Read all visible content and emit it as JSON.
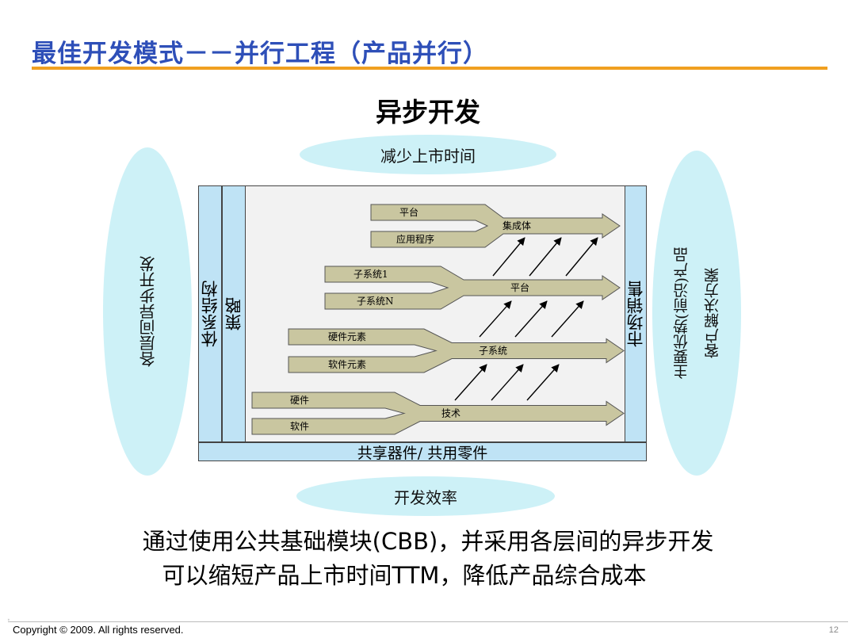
{
  "header": {
    "title": "最佳开发模式－－并行工程（产品并行）"
  },
  "diagram": {
    "subtitle": "异步开发",
    "ellipse_top": "减少上市时间",
    "ellipse_bottom": "开发效率",
    "ellipse_left": "各层间异步开发",
    "ellipse_right_line1": "主要优势(前沿)产品",
    "ellipse_right_line2": "客户解决方案",
    "bar_architecture": "体系结构",
    "bar_strategy": "策略",
    "bar_market": "市场销售",
    "bar_shared": "共享器件/ 共用零件",
    "flows": [
      {
        "top_label": "平台",
        "bottom_label": "应用程序",
        "result_label": "集成体"
      },
      {
        "top_label": "子系统1",
        "bottom_label": "子系统N",
        "result_label": "平台"
      },
      {
        "top_label": "硬件元素",
        "bottom_label": "软件元素",
        "result_label": "子系统"
      },
      {
        "top_label": "硬件",
        "bottom_label": "软件",
        "result_label": "技术"
      }
    ]
  },
  "body_text": {
    "line1": "通过使用公共基础模块(CBB)，并采用各层间的异步开发",
    "line2": "可以缩短产品上市时间TTM，降低产品综合成本"
  },
  "footer": {
    "copyright": "Copyright © 2009. All rights reserved.",
    "page_number": "12"
  },
  "colors": {
    "title": "#2e4fb8",
    "rule": "#f0a020",
    "ellipse": "#cdf1f7",
    "bar": "#bfe3f5",
    "arrow_fill": "#c9c6a0"
  }
}
